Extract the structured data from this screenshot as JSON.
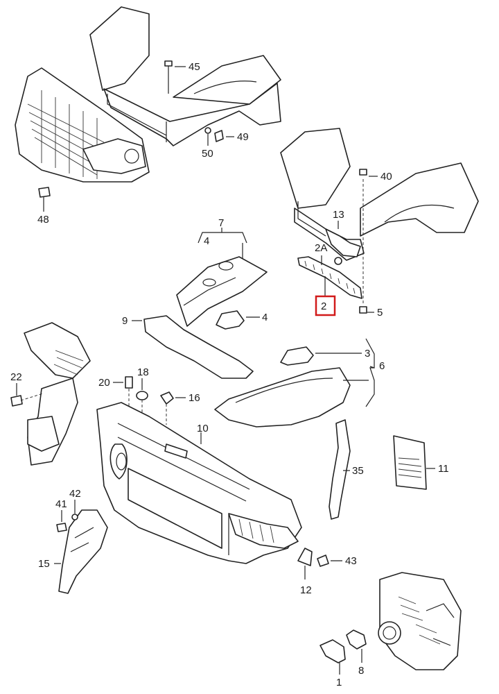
{
  "diagram": {
    "callouts": {
      "c1": "1",
      "c2": "2",
      "c2a": "2A",
      "c3": "3",
      "c4a": "4",
      "c4b": "4",
      "c5": "5",
      "c6": "6",
      "c7": "7",
      "c8": "8",
      "c9": "9",
      "c10": "10",
      "c11": "11",
      "c12": "12",
      "c13": "13",
      "c15": "15",
      "c16": "16",
      "c18": "18",
      "c20": "20",
      "c22": "22",
      "c35": "35",
      "c40": "40",
      "c41": "41",
      "c42": "42",
      "c43": "43",
      "c45": "45",
      "c48": "48",
      "c49": "49",
      "c50": "50"
    },
    "highlight_color": "#d11a1a",
    "line_color": "#222222"
  }
}
